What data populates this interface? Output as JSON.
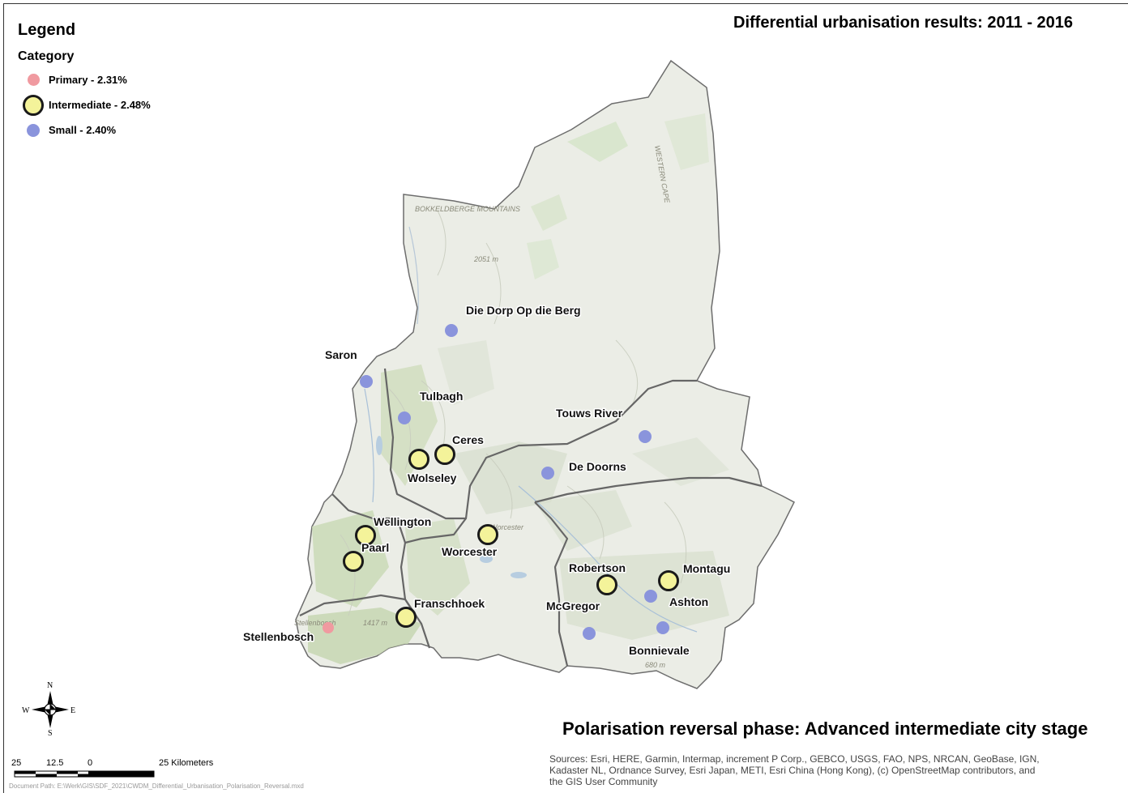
{
  "title": "Differential urbanisation results: 2011 - 2016",
  "subtitle": "Polarisation reversal phase: Advanced intermediate city stage",
  "legend": {
    "title": "Legend",
    "category_label": "Category",
    "items": [
      {
        "label": "Primary - 2.31%",
        "symbol": "primary"
      },
      {
        "label": "Intermediate - 2.48%",
        "symbol": "intermediate"
      },
      {
        "label": "Small - 2.40%",
        "symbol": "small"
      }
    ]
  },
  "colors": {
    "primary": "#f09aa0",
    "intermediate": "#f4f39a",
    "small": "#8a94dc",
    "land": "#ebede6",
    "boundary": "#666666"
  },
  "towns": [
    {
      "name": "Stellenbosch",
      "category": "primary"
    },
    {
      "name": "Paarl",
      "category": "intermediate"
    },
    {
      "name": "Wellington",
      "category": "intermediate"
    },
    {
      "name": "Franschhoek",
      "category": "intermediate"
    },
    {
      "name": "Wolseley",
      "category": "intermediate"
    },
    {
      "name": "Ceres",
      "category": "intermediate"
    },
    {
      "name": "Worcester",
      "category": "intermediate"
    },
    {
      "name": "Robertson",
      "category": "intermediate"
    },
    {
      "name": "Montagu",
      "category": "intermediate"
    },
    {
      "name": "Saron",
      "category": "small"
    },
    {
      "name": "Tulbagh",
      "category": "small"
    },
    {
      "name": "Die Dorp Op die Berg",
      "category": "small"
    },
    {
      "name": "Touws River",
      "category": "small"
    },
    {
      "name": "De Doorns",
      "category": "small"
    },
    {
      "name": "Ashton",
      "category": "small"
    },
    {
      "name": "McGregor",
      "category": "small"
    },
    {
      "name": "Bonnievale",
      "category": "small"
    }
  ],
  "basemap_labels": {
    "mountains": "BOKKELDBERGE MOUNTAINS",
    "western_cape": "WESTERN CAPE",
    "peak_2051": "2051 m",
    "peak_1417": "1417 m",
    "peak_680": "680 m",
    "stellenbosch_small": "Stellenbosch",
    "worcester_small": "Worcester"
  },
  "compass": {
    "n": "N",
    "s": "S",
    "e": "E",
    "w": "W"
  },
  "scale_bar": {
    "labels": [
      "25",
      "12.5",
      "0",
      "25 Kilometers"
    ]
  },
  "sources_text": [
    "Sources: Esri, HERE, Garmin, Intermap, increment P Corp., GEBCO, USGS, FAO, NPS, NRCAN, GeoBase, IGN,",
    "Kadaster NL, Ordnance Survey, Esri Japan, METI, Esri China (Hong Kong), (c) OpenStreetMap contributors, and",
    "the GIS User Community"
  ],
  "document_path": "Document Path: E:\\Werk\\GIS\\SDF_2021\\CWDM_Differential_Urbanisation_Polarisation_Reversal.mxd"
}
